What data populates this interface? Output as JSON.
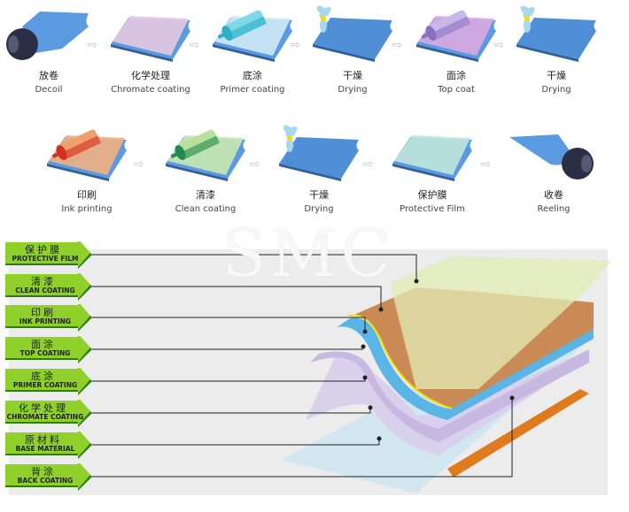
{
  "process_row1": [
    {
      "cn": "放卷",
      "en": "Decoil",
      "icon": "decoil-roll"
    },
    {
      "cn": "化学处理",
      "en": "Chromate  coating",
      "icon": "sheet-pink"
    },
    {
      "cn": "底涂",
      "en": "Primer coating",
      "icon": "roller-cyan"
    },
    {
      "cn": "干燥",
      "en": "Drying",
      "icon": "fan-sheet"
    },
    {
      "cn": "面涂",
      "en": "Top coat",
      "icon": "roller-purple"
    },
    {
      "cn": "干燥",
      "en": "Drying",
      "icon": "fan-sheet"
    }
  ],
  "process_row2": [
    {
      "cn": "印刷",
      "en": "Ink printing",
      "icon": "roller-red"
    },
    {
      "cn": "清漆",
      "en": "Clean coating",
      "icon": "roller-green"
    },
    {
      "cn": "干燥",
      "en": "Drying",
      "icon": "fan-sheet"
    },
    {
      "cn": "保护膜",
      "en": "Protective Film",
      "icon": "sheet-teal"
    },
    {
      "cn": "收卷",
      "en": "Reeling",
      "icon": "reel-roll"
    }
  ],
  "layers": [
    {
      "cn": "保护膜",
      "en": "PROTECTIVE FILM",
      "color": "#dfe8b8"
    },
    {
      "cn": "清漆",
      "en": "CLEAN COATING",
      "color": "#e6d9a8"
    },
    {
      "cn": "印刷",
      "en": "INK  PRINTING",
      "color": "#c98a55"
    },
    {
      "cn": "面涂",
      "en": "TOP  COATING",
      "color": "#5ab4e6"
    },
    {
      "cn": "底涂",
      "en": "PRIMER COATING",
      "color": "#c6b8e0"
    },
    {
      "cn": "化学处理",
      "en": "CHROMATE COATING",
      "color": "#d8d0ec"
    },
    {
      "cn": "原材料",
      "en": "BASE MATERIAL",
      "color": "#cfe6f0"
    },
    {
      "cn": "背涂",
      "en": "BACK COATING",
      "color": "#e07a1e"
    }
  ],
  "watermark": "SMC",
  "colors": {
    "tag_green": "#8fd12a",
    "sheet_blue": "#4f8fd6",
    "panel": "#ececec"
  }
}
